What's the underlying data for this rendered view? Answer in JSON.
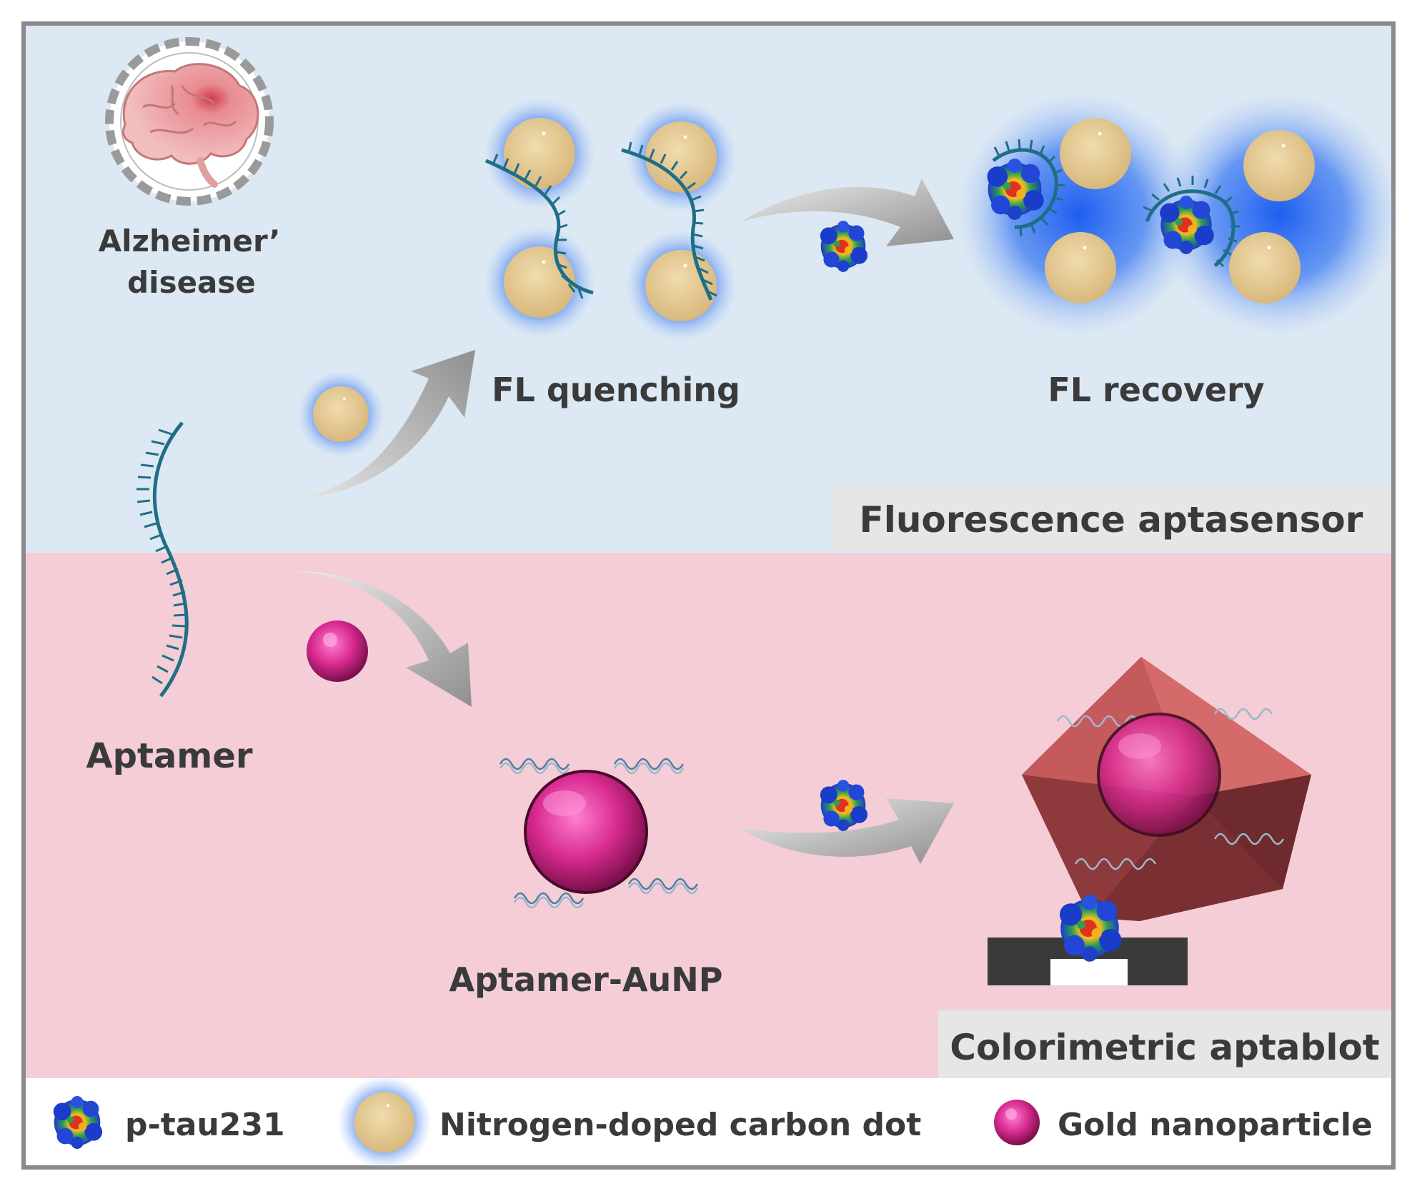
{
  "labels": {
    "disease_line1": "Alzheimer’",
    "disease_line2": "disease",
    "fl_quenching": "FL quenching",
    "fl_recovery": "FL recovery",
    "fluorescence_aptasensor": "Fluorescence aptasensor",
    "aptamer": "Aptamer",
    "aptamer_aunp": "Aptamer-AuNP",
    "colorimetric_aptablot": "Colorimetric aptablot"
  },
  "legend": {
    "ptau": "p-tau231",
    "carbon_dot": "Nitrogen-doped carbon dot",
    "gold_np": "Gold nanoparticle"
  },
  "colors": {
    "top_panel": "#dce8f4",
    "bottom_panel": "#f4cdd7",
    "aptamer": "#1f6e86",
    "carbon_dot": "#e2c58c",
    "glow": "#2f6fe6",
    "gold_np": "#e2369b",
    "octahedron": "#b8474d",
    "arrow": "#a8a8a8",
    "label_box": "#e6e6e6"
  },
  "icons": {
    "brain": "brain-icon",
    "protein": "protein-icon"
  }
}
